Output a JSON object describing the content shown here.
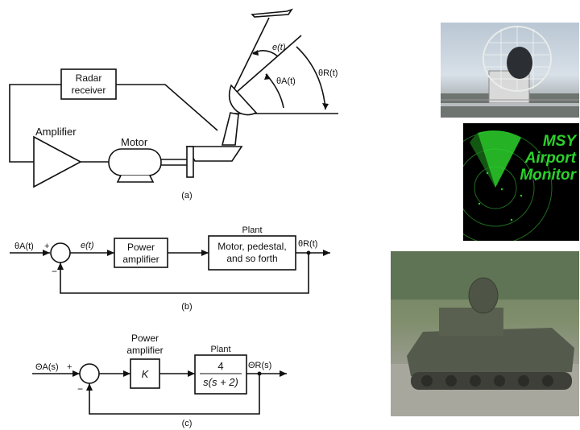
{
  "panel_a": {
    "radar_receiver_line1": "Radar",
    "radar_receiver_line2": "receiver",
    "amplifier_label": "Amplifier",
    "motor_label": "Motor",
    "error_angle": "e(t)",
    "theta_a": "θA(t)",
    "theta_r": "θR(t)",
    "caption": "(a)"
  },
  "panel_b": {
    "input": "θA(t)",
    "plus": "+",
    "minus": "−",
    "error": "e(t)",
    "amp_line1": "Power",
    "amp_line2": "amplifier",
    "plant_title": "Plant",
    "plant_line1": "Motor, pedestal,",
    "plant_line2": "and so forth",
    "output": "θR(t)",
    "caption": "(b)"
  },
  "panel_c": {
    "input": "ΘA(s)",
    "plus": "+",
    "minus": "−",
    "amp_title_line1": "Power",
    "amp_title_line2": "amplifier",
    "gain": "K",
    "plant_title": "Plant",
    "numerator": "4",
    "denominator": "s(s + 2)",
    "output": "ΘR(s)",
    "caption": "(c)"
  },
  "photos": {
    "radar_screen_line1": "MSY",
    "radar_screen_line2": "Airport",
    "radar_screen_line3": "Monitor"
  },
  "colors": {
    "line": "#111111",
    "radar_green": "#2bd12b"
  }
}
